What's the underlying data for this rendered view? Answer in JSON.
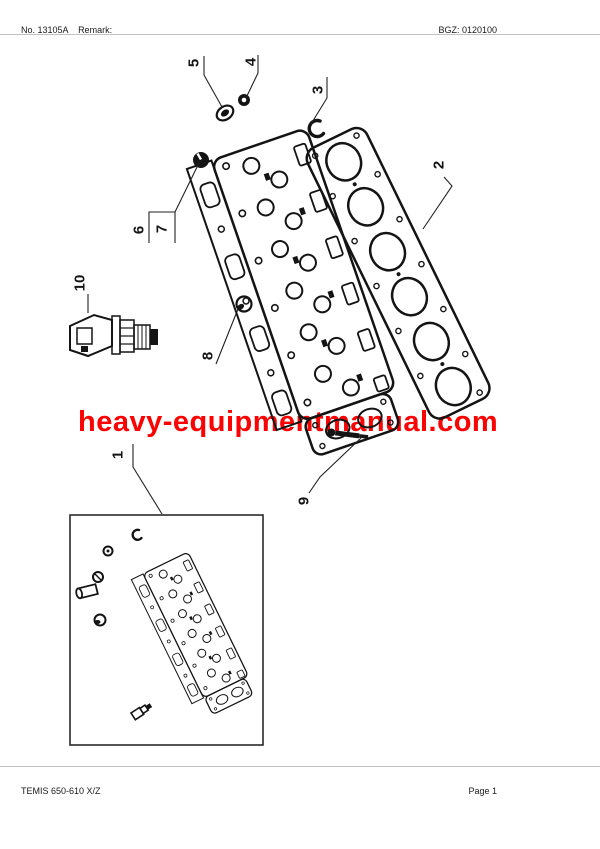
{
  "header": {
    "doc_no": "No. 13105A",
    "remark_label": "Remark:",
    "bgz": "BGZ: 0120100"
  },
  "watermark": {
    "text": "heavy-equipmentmanual.com",
    "color": "#fe0000"
  },
  "diagram": {
    "callouts": [
      {
        "label": "1"
      },
      {
        "label": "2"
      },
      {
        "label": "3"
      },
      {
        "label": "4"
      },
      {
        "label": "5"
      },
      {
        "label": "6"
      },
      {
        "label": "7"
      },
      {
        "label": "8"
      },
      {
        "label": "9"
      },
      {
        "label": "10"
      }
    ]
  },
  "footer": {
    "model": "TEMIS 650-610 X/Z",
    "page": "Page 1"
  }
}
